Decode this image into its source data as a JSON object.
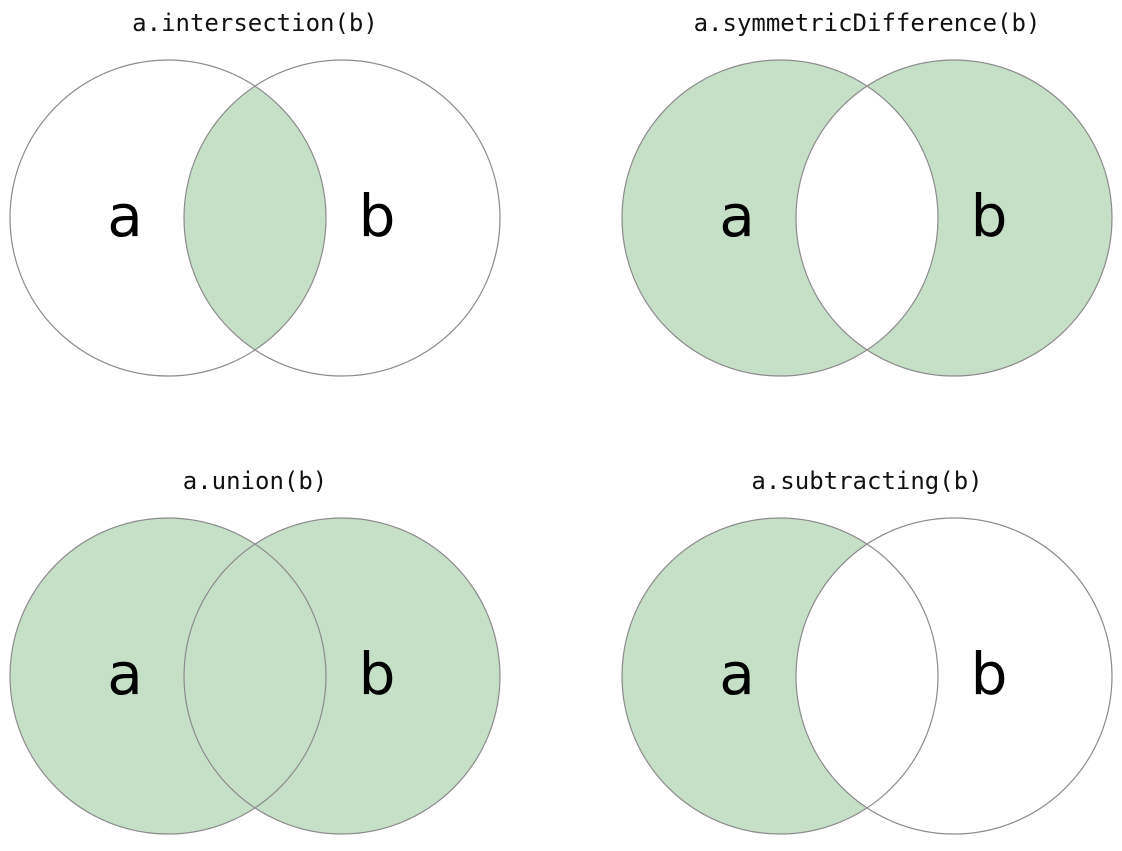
{
  "page": {
    "background_color": "#ffffff",
    "description": "Four Venn diagrams illustrating set algebra operations"
  },
  "colors": {
    "shade_fill": "#c6e0c8",
    "circle_stroke": "#8b8b8b",
    "label_text": "#000000",
    "title_text": "#111111"
  },
  "labels": {
    "set_a": "a",
    "set_b": "b"
  },
  "panels": [
    {
      "id": "intersection",
      "title": "a.intersection(b)",
      "label_a": "a",
      "label_b": "b",
      "shaded": {
        "a_only": false,
        "b_only": false,
        "intersection": true
      }
    },
    {
      "id": "symmetric-difference",
      "title": "a.symmetricDifference(b)",
      "label_a": "a",
      "label_b": "b",
      "shaded": {
        "a_only": true,
        "b_only": true,
        "intersection": false
      }
    },
    {
      "id": "union",
      "title": "a.union(b)",
      "label_a": "a",
      "label_b": "b",
      "shaded": {
        "a_only": true,
        "b_only": true,
        "intersection": true
      }
    },
    {
      "id": "subtracting",
      "title": "a.subtracting(b)",
      "label_a": "a",
      "label_b": "b",
      "shaded": {
        "a_only": true,
        "b_only": false,
        "intersection": false
      }
    }
  ]
}
